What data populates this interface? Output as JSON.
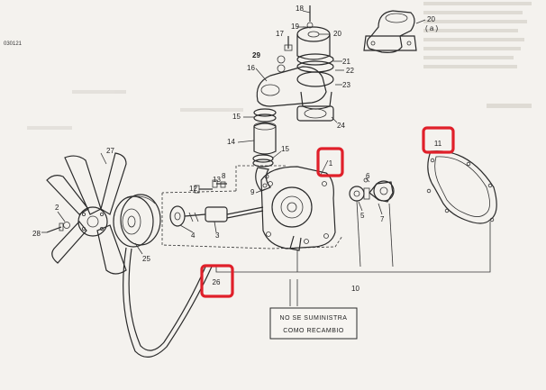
{
  "drawing_code": "030121",
  "note": {
    "line1": "NO SE SUMINISTRA",
    "line2": "COMO RECAMBIO"
  },
  "highlight_color": "#e0202a",
  "parts": [
    {
      "id": "p1",
      "label": "1"
    },
    {
      "id": "p2",
      "label": "2"
    },
    {
      "id": "p3",
      "label": "3"
    },
    {
      "id": "p4",
      "label": "4"
    },
    {
      "id": "p5",
      "label": "5"
    },
    {
      "id": "p6",
      "label": "6"
    },
    {
      "id": "p7",
      "label": "7"
    },
    {
      "id": "p8",
      "label": "8"
    },
    {
      "id": "p9",
      "label": "9"
    },
    {
      "id": "p10",
      "label": "10"
    },
    {
      "id": "p11",
      "label": "11"
    },
    {
      "id": "p12",
      "label": "12"
    },
    {
      "id": "p13",
      "label": "13"
    },
    {
      "id": "p14",
      "label": "14"
    },
    {
      "id": "p15a",
      "label": "15"
    },
    {
      "id": "p15b",
      "label": "15"
    },
    {
      "id": "p16",
      "label": "16"
    },
    {
      "id": "p17",
      "label": "17"
    },
    {
      "id": "p18",
      "label": "18"
    },
    {
      "id": "p19",
      "label": "19"
    },
    {
      "id": "p20a",
      "label": "20"
    },
    {
      "id": "p20b",
      "label": "20"
    },
    {
      "id": "p20sub",
      "label": "( a )"
    },
    {
      "id": "p21",
      "label": "21"
    },
    {
      "id": "p22",
      "label": "22"
    },
    {
      "id": "p23",
      "label": "23"
    },
    {
      "id": "p24",
      "label": "24"
    },
    {
      "id": "p25",
      "label": "25"
    },
    {
      "id": "p26",
      "label": "26"
    },
    {
      "id": "p27",
      "label": "27"
    },
    {
      "id": "p28",
      "label": "28"
    },
    {
      "id": "p29",
      "label": "29"
    }
  ],
  "highlighted_parts": [
    "1",
    "11",
    "26"
  ]
}
